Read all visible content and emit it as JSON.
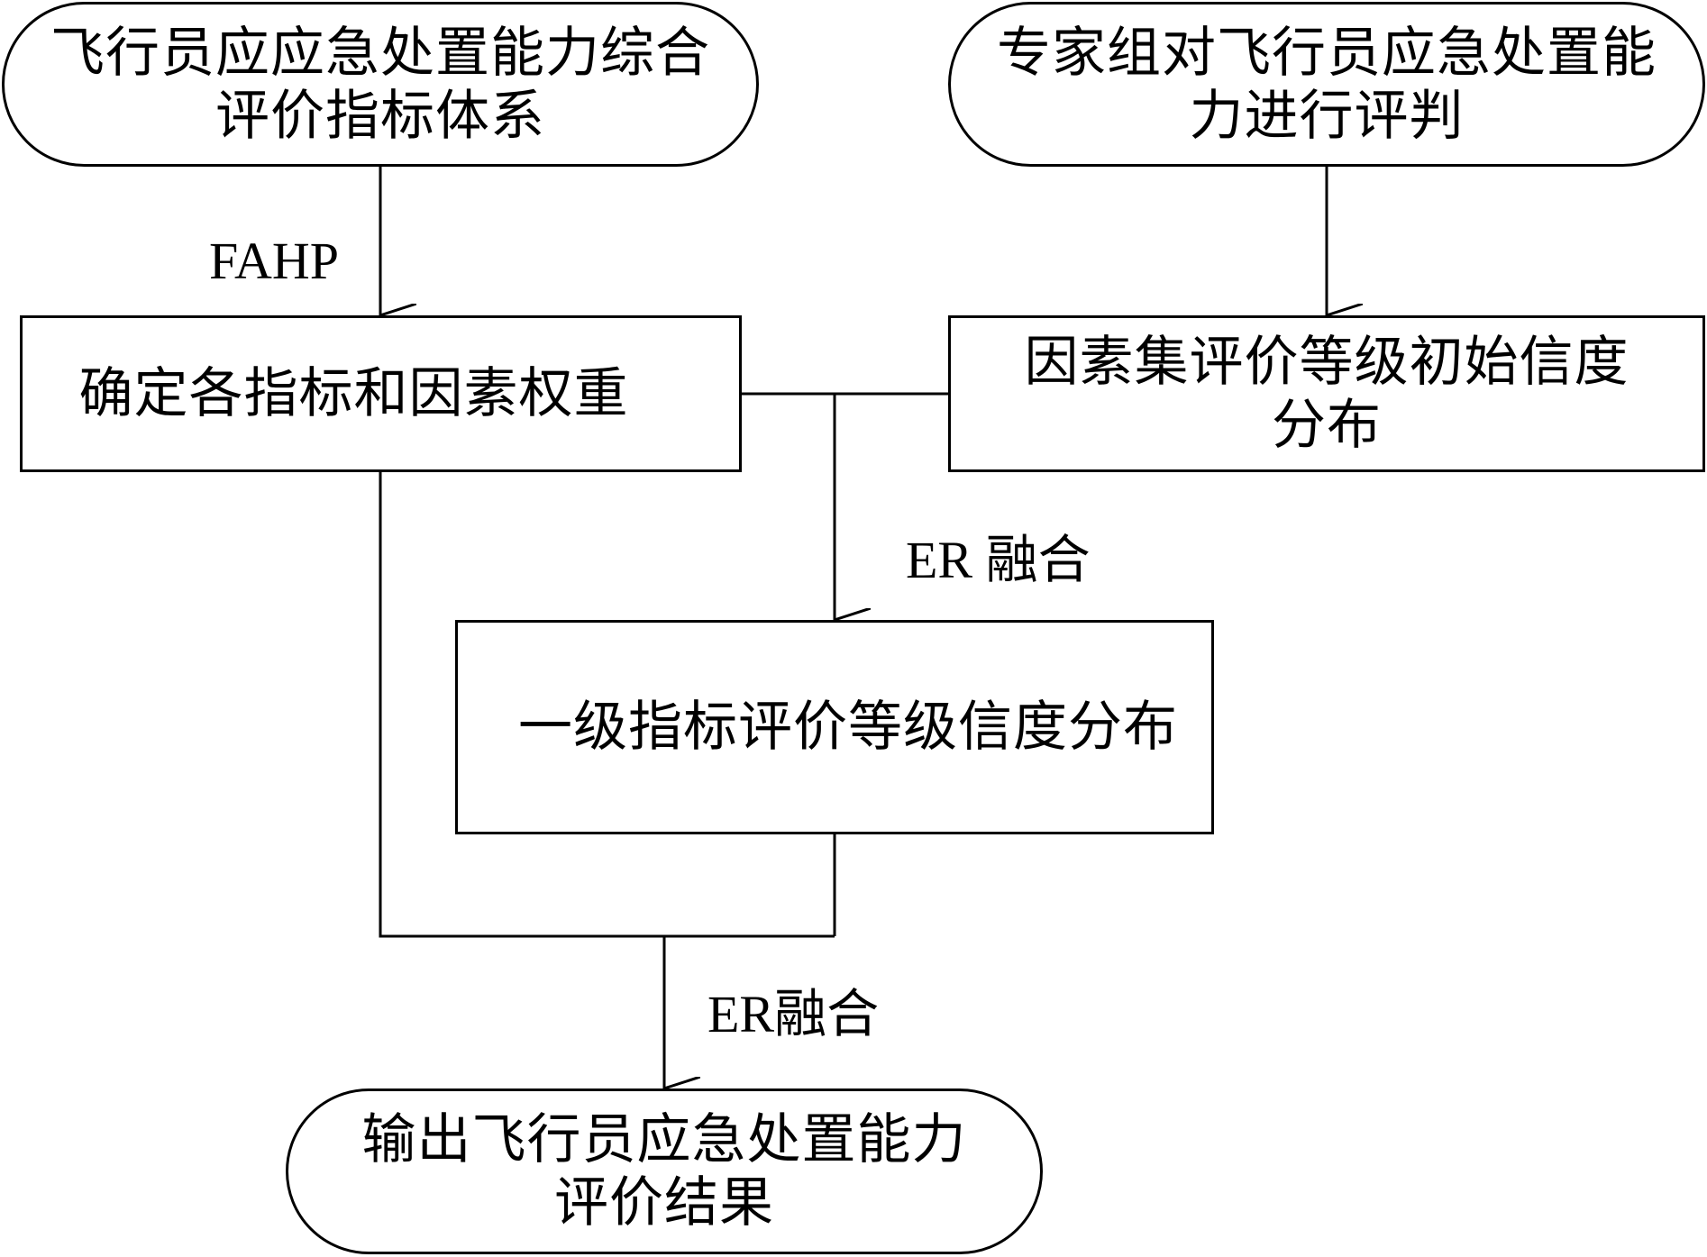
{
  "nodes": {
    "indicator_system": {
      "line1": "飞行员应应急处置能力综合",
      "line2": "评价指标体系"
    },
    "expert_panel": {
      "line1": "专家组对飞行员应急处置能",
      "line2": "力进行评判"
    },
    "weights": {
      "line1": "确定各指标和因素权重"
    },
    "initial_belief": {
      "line1": "因素集评价等级初始信度",
      "line2": "分布"
    },
    "first_level": {
      "line1": "一级指标评价等级信度分布"
    },
    "output": {
      "line1": "输出飞行员应急处置能力",
      "line2": "评价结果"
    }
  },
  "edge_labels": {
    "fahp": "FAHP",
    "er_fusion_1": "ER 融合",
    "er_fusion_2": "ER融合"
  },
  "colors": {
    "stroke": "#000000",
    "background": "#ffffff"
  }
}
